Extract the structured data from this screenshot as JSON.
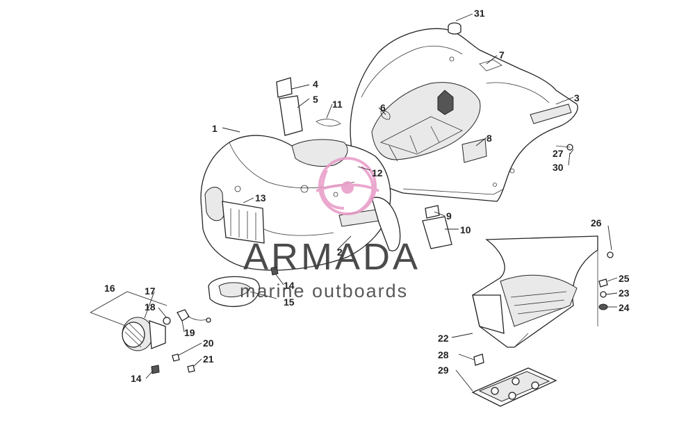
{
  "watermark": {
    "brand": "ARMADA",
    "tagline": "marine outboards",
    "accent_color": "#e89ac7"
  },
  "callouts": [
    "1",
    "2",
    "3",
    "4",
    "5",
    "6",
    "7",
    "8",
    "9",
    "10",
    "11",
    "12",
    "13",
    "14",
    "14",
    "15",
    "16",
    "17",
    "18",
    "19",
    "20",
    "21",
    "22",
    "23",
    "24",
    "25",
    "26",
    "27",
    "28",
    "29",
    "30",
    "31"
  ],
  "parts": {
    "front_body": "1",
    "rear_body": "3",
    "headlight_assembly": "16",
    "footwell": "22",
    "footrest": "29"
  }
}
